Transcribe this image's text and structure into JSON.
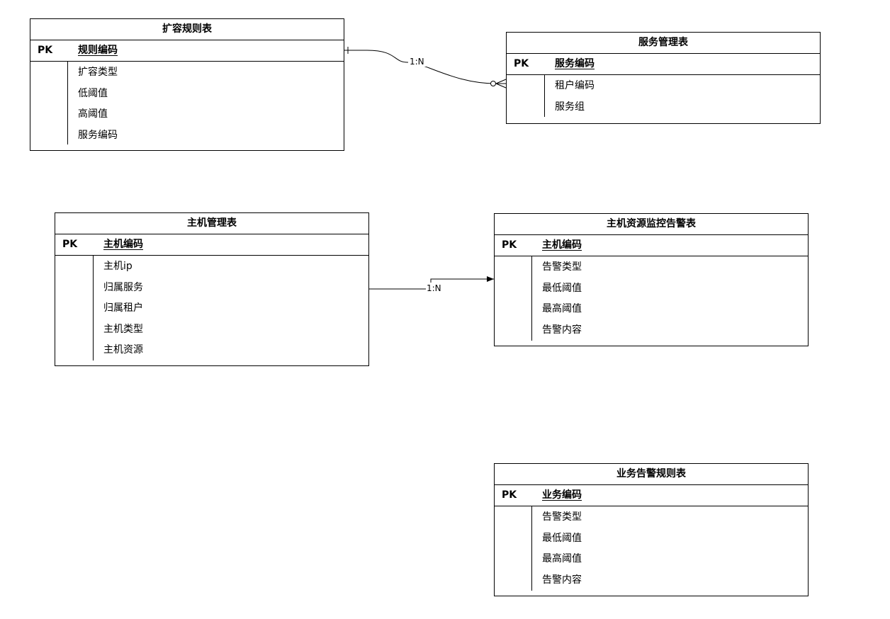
{
  "tables": {
    "expansion_rules": {
      "title": "扩容规则表",
      "pk_label": "PK",
      "pk_field": "规则编码",
      "fields": [
        "扩容类型",
        "低阈值",
        "高阈值",
        "服务编码"
      ]
    },
    "service_mgmt": {
      "title": "服务管理表",
      "pk_label": "PK",
      "pk_field": "服务编码",
      "fields": [
        "租户编码",
        "服务组"
      ]
    },
    "host_mgmt": {
      "title": "主机管理表",
      "pk_label": "PK",
      "pk_field": "主机编码",
      "fields": [
        "主机ip",
        "归属服务",
        "归属租户",
        "主机类型",
        "主机资源"
      ]
    },
    "host_alert": {
      "title": "主机资源监控告警表",
      "pk_label": "PK",
      "pk_field": "主机编码",
      "fields": [
        "告警类型",
        "最低阈值",
        "最高阈值",
        "告警内容"
      ]
    },
    "biz_alert_rules": {
      "title": "业务告警规则表",
      "pk_label": "PK",
      "pk_field": "业务编码",
      "fields": [
        "告警类型",
        "最低阈值",
        "最高阈值",
        "告警内容"
      ]
    }
  },
  "relationships": {
    "rules_to_service": {
      "label": "1:N"
    },
    "host_to_alert": {
      "label": "1:N"
    }
  },
  "colors": {
    "line": "#000000",
    "background": "#ffffff"
  }
}
